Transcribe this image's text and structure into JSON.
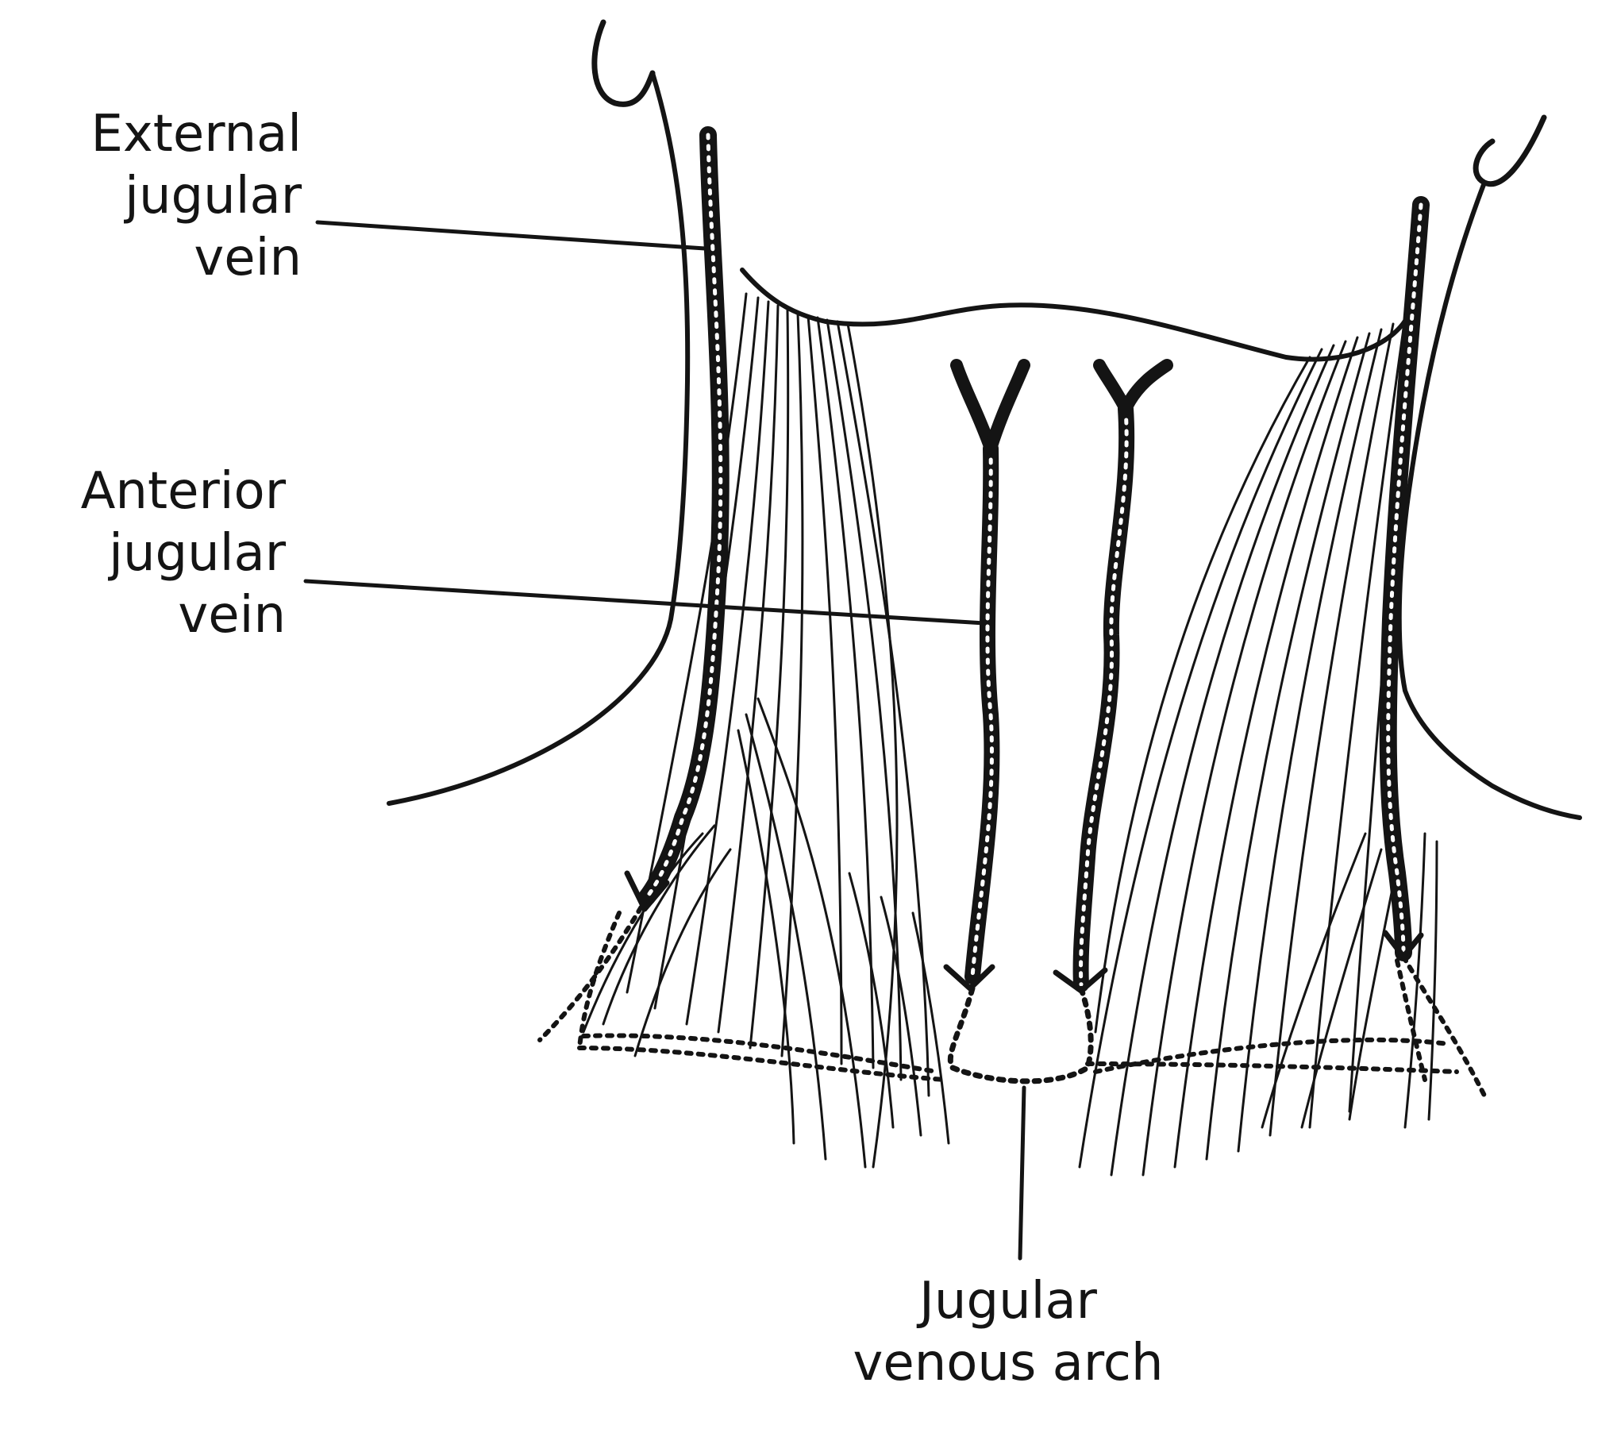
{
  "labels": {
    "external_jugular": {
      "line1": "External",
      "line2": "jugular",
      "line3": "vein"
    },
    "anterior_jugular": {
      "line1": "Anterior",
      "line2": "jugular",
      "line3": "vein"
    },
    "venous_arch": {
      "line1": "Jugular",
      "line2": "venous arch"
    }
  },
  "colors": {
    "ink": "#141414",
    "background": "#ffffff"
  }
}
